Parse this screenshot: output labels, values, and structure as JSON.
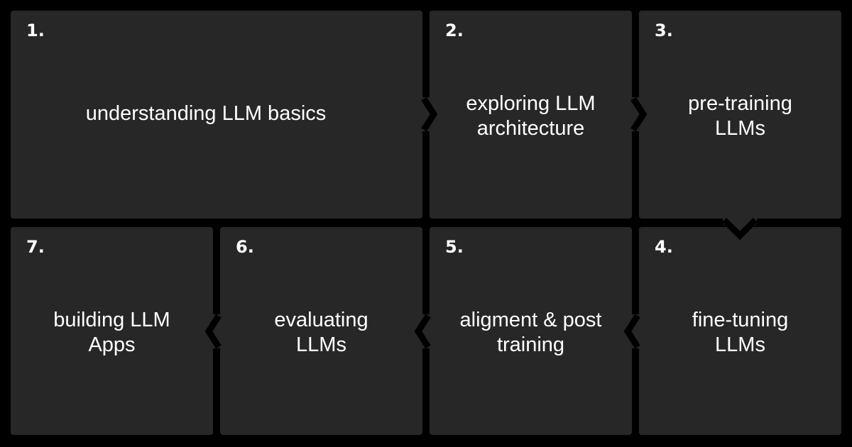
{
  "steps": [
    {
      "number": "1.",
      "lines": [
        "understanding LLM basics"
      ]
    },
    {
      "number": "2.",
      "lines": [
        "exploring LLM",
        "architecture"
      ]
    },
    {
      "number": "3.",
      "lines": [
        "pre-training",
        "LLMs"
      ]
    },
    {
      "number": "4.",
      "lines": [
        "fine-tuning",
        "LLMs"
      ]
    },
    {
      "number": "5.",
      "lines": [
        "aligment & post",
        "training"
      ]
    },
    {
      "number": "6.",
      "lines": [
        "evaluating",
        "LLMs"
      ]
    },
    {
      "number": "7.",
      "lines": [
        "building LLM",
        "Apps"
      ]
    }
  ],
  "colors": {
    "background": "#000000",
    "tile": "#272727",
    "text": "#ffffff"
  }
}
